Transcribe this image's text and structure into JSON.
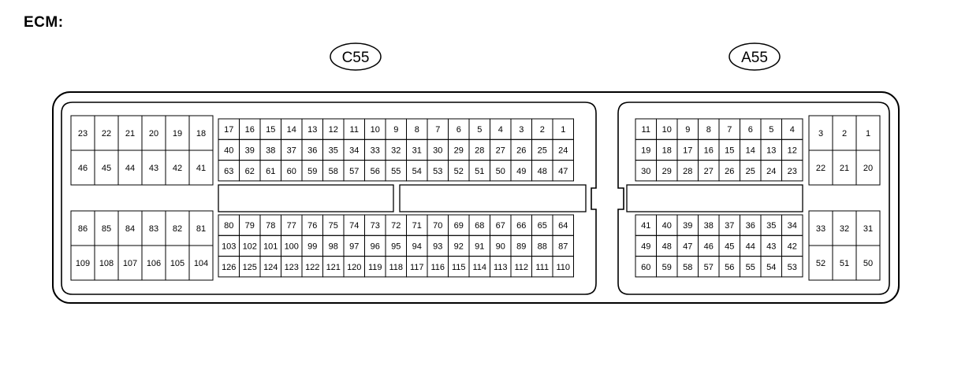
{
  "title": "ECM:",
  "connectors": {
    "c55": {
      "label": "C55",
      "left_upper": [
        [
          23,
          22,
          21,
          20,
          19,
          18
        ],
        [
          46,
          45,
          44,
          43,
          42,
          41
        ]
      ],
      "main_upper": [
        [
          17,
          16,
          15,
          14,
          13,
          12,
          11,
          10,
          9,
          8,
          7,
          6,
          5,
          4,
          3,
          2,
          1
        ],
        [
          40,
          39,
          38,
          37,
          36,
          35,
          34,
          33,
          32,
          31,
          30,
          29,
          28,
          27,
          26,
          25,
          24
        ],
        [
          63,
          62,
          61,
          60,
          59,
          58,
          57,
          56,
          55,
          54,
          53,
          52,
          51,
          50,
          49,
          48,
          47
        ]
      ],
      "left_lower": [
        [
          86,
          85,
          84,
          83,
          82,
          81
        ],
        [
          109,
          108,
          107,
          106,
          105,
          104
        ]
      ],
      "main_lower": [
        [
          80,
          79,
          78,
          77,
          76,
          75,
          74,
          73,
          72,
          71,
          70,
          69,
          68,
          67,
          66,
          65,
          64
        ],
        [
          103,
          102,
          101,
          100,
          99,
          98,
          97,
          96,
          95,
          94,
          93,
          92,
          91,
          90,
          89,
          88,
          87
        ],
        [
          126,
          125,
          124,
          123,
          122,
          121,
          120,
          119,
          118,
          117,
          116,
          115,
          114,
          113,
          112,
          111,
          110
        ]
      ]
    },
    "a55": {
      "label": "A55",
      "main_upper": [
        [
          11,
          10,
          9,
          8,
          7,
          6,
          5,
          4
        ],
        [
          19,
          18,
          17,
          16,
          15,
          14,
          13,
          12
        ],
        [
          30,
          29,
          28,
          27,
          26,
          25,
          24,
          23
        ]
      ],
      "right_upper": [
        [
          3,
          2,
          1
        ],
        [
          22,
          21,
          20
        ]
      ],
      "main_lower": [
        [
          41,
          40,
          39,
          38,
          37,
          36,
          35,
          34
        ],
        [
          49,
          48,
          47,
          46,
          45,
          44,
          43,
          42
        ],
        [
          60,
          59,
          58,
          57,
          56,
          55,
          54,
          53
        ]
      ],
      "right_lower": [
        [
          33,
          32,
          31
        ],
        [
          52,
          51,
          50
        ]
      ]
    }
  }
}
